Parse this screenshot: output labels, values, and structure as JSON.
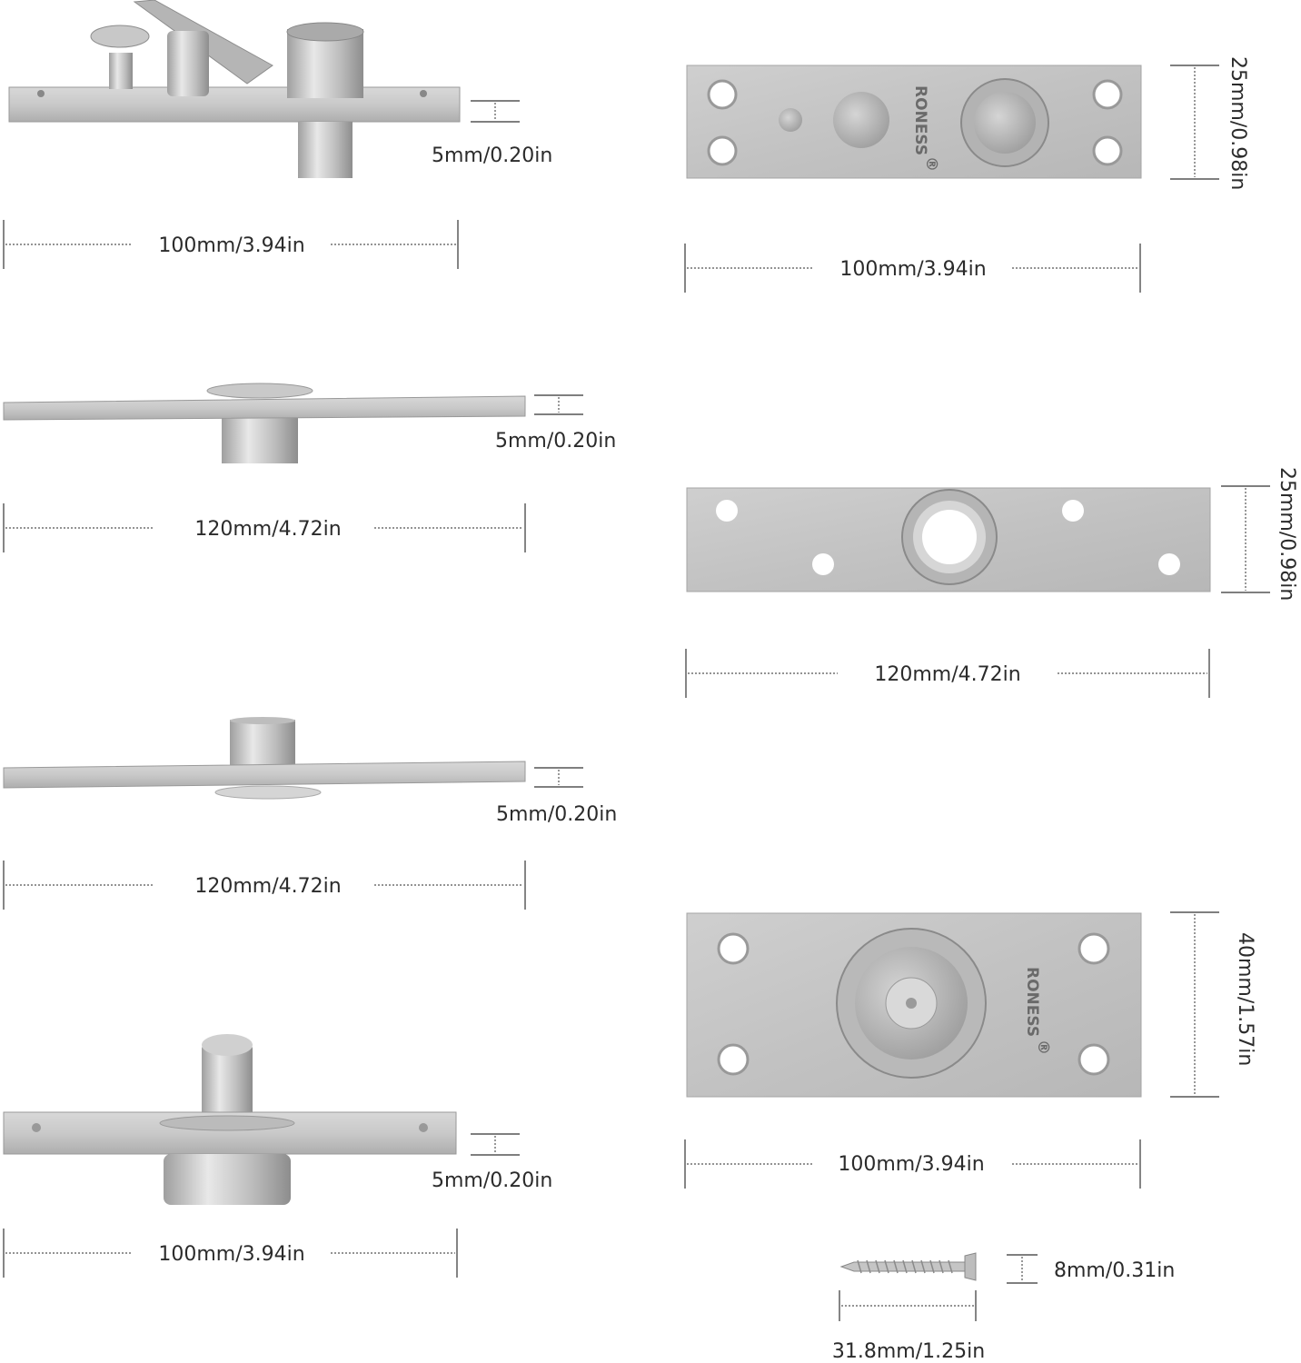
{
  "brand": {
    "name": "RONESS",
    "mark": "®"
  },
  "dimensions": {
    "top_side_thickness": "5mm/0.20in",
    "top_side_length": "100mm/3.94in",
    "top_plan_height": "25mm/0.98in",
    "top_plan_length": "100mm/3.94in",
    "second_side_thickness": "5mm/0.20in",
    "second_side_length": "120mm/4.72in",
    "middle_plan_height": "25mm/0.98in",
    "middle_plan_length": "120mm/4.72in",
    "third_side_thickness": "5mm/0.20in",
    "third_side_length": "120mm/4.72in",
    "bottom_side_thickness": "5mm/0.20in",
    "bottom_side_length": "100mm/3.94in",
    "bottom_plan_height": "40mm/1.57in",
    "bottom_plan_length": "100mm/3.94in",
    "screw_diameter": "8mm/0.31in",
    "screw_length": "31.8mm/1.25in"
  },
  "colors": {
    "steel_light": "#e2e2e2",
    "steel_mid": "#c4c4c4",
    "steel_dark": "#9a9a9a",
    "hole": "#ffffff"
  }
}
